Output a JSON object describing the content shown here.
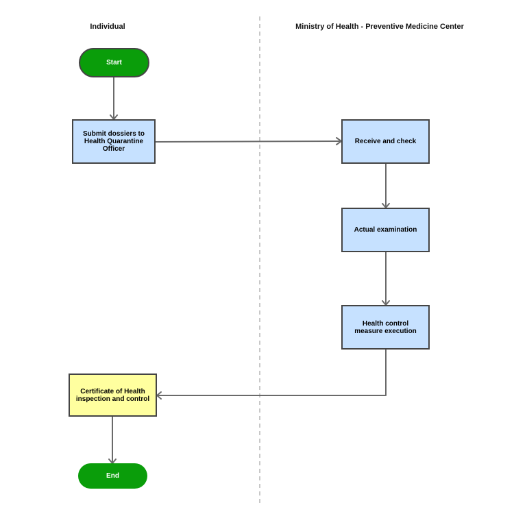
{
  "lanes": {
    "left_title": "Individual",
    "right_title": "Ministry of Health - Preventive Medicine Center"
  },
  "nodes": {
    "start": "Start",
    "submit": "Submit dossiers to Health Quarantine Officer",
    "receive": "Receive and check",
    "exam": "Actual examination",
    "measure": "Health control measure execution",
    "certificate": "Certificate of Health inspection and control",
    "end": "End"
  },
  "colors": {
    "process_fill": "#c6e1ff",
    "certificate_fill": "#ffff9f",
    "terminal_fill": "#0a9d0a",
    "stroke": "#444444",
    "connector": "#6a6a6a",
    "divider": "#c8c8c8"
  }
}
